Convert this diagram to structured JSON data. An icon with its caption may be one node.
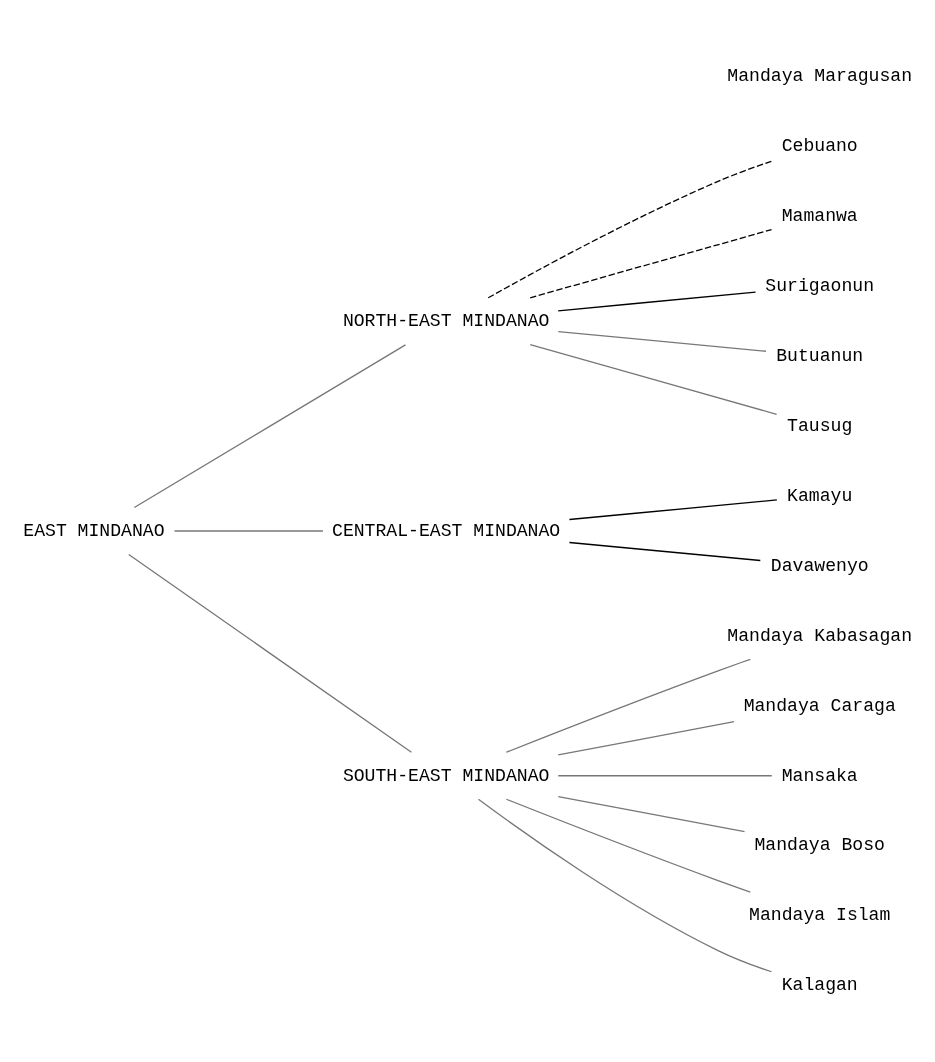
{
  "diagram": {
    "nodes": [
      {
        "text": [
          "EAST MINDANAO"
        ]
      },
      {
        "text": [
          "NORTH-EAST MINDANAO"
        ]
      },
      {
        "text": [
          "CENTRAL-EAST MINDANAO"
        ]
      },
      {
        "text": [
          "SOUTH-EAST MINDANAO"
        ]
      },
      {
        "text": [
          "Cebuano"
        ]
      },
      {
        "text": [
          "Mamanwa"
        ]
      },
      {
        "text": [
          "Surigaonun"
        ]
      },
      {
        "text": [
          "Butuanun"
        ]
      },
      {
        "text": [
          "Tausug"
        ]
      },
      {
        "text": [
          "Kamayu"
        ]
      },
      {
        "text": [
          "Davawenyo"
        ]
      },
      {
        "text": [
          "Mandaya Kabasagan"
        ]
      },
      {
        "text": [
          "Mandaya Caraga"
        ]
      },
      {
        "text": [
          "Mansaka"
        ]
      },
      {
        "text": [
          "Mandaya Boso"
        ]
      },
      {
        "text": [
          "Mandaya Islam"
        ]
      },
      {
        "text": [
          "Kalagan"
        ]
      }
    ],
    "edges": [
      {
        "from": 0,
        "to": 1,
        "arrow": "none"
      },
      {
        "from": 0,
        "to": 2,
        "arrow": "none"
      },
      {
        "from": 0,
        "to": 3,
        "arrow": "none"
      },
      {
        "from": 1,
        "to": 4,
        "arrow": "none",
        "style": "dashed",
        "color": "#000000"
      },
      {
        "from": 1,
        "to": 5,
        "arrow": "none",
        "style": "dashed",
        "color": "#000000"
      },
      {
        "from": 1,
        "to": 6,
        "arrow": "none",
        "color": "#000000"
      },
      {
        "from": 1,
        "to": 7,
        "arrow": "none"
      },
      {
        "from": 1,
        "to": 8,
        "arrow": "none"
      },
      {
        "from": 2,
        "to": 9,
        "arrow": "none",
        "color": "#000000"
      },
      {
        "from": 2,
        "to": 10,
        "arrow": "none",
        "color": "#000000"
      },
      {
        "from": 3,
        "to": 11,
        "arrow": "none"
      },
      {
        "from": 3,
        "to": 12,
        "arrow": "none"
      },
      {
        "from": 3,
        "to": 13,
        "arrow": "none"
      },
      {
        "from": 3,
        "to": 14,
        "arrow": "none"
      },
      {
        "from": 3,
        "to": 15,
        "arrow": "none"
      },
      {
        "from": 3,
        "to": 16,
        "arrow": "none"
      }
    ],
    "labels": [
      "Mandaya Maragusan"
    ]
  }
}
